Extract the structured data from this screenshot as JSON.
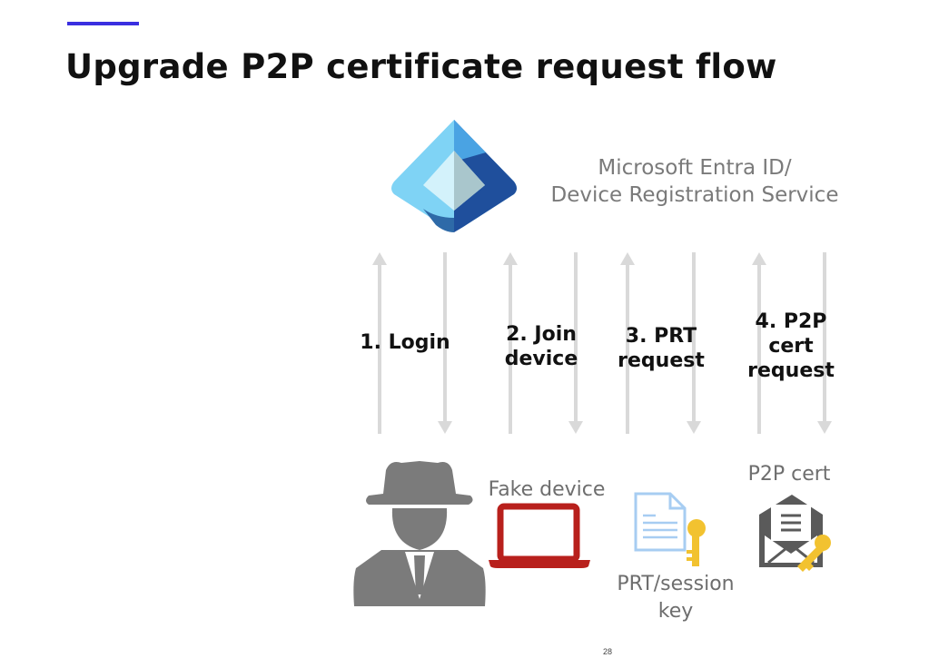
{
  "slide": {
    "title": "Upgrade P2P certificate request flow",
    "service": {
      "line1": "Microsoft Entra ID/",
      "line2": "Device Registration Service"
    },
    "steps": [
      {
        "lines": [
          "1. Login"
        ]
      },
      {
        "lines": [
          "2. Join",
          "device"
        ]
      },
      {
        "lines": [
          "3. PRT",
          "request"
        ]
      },
      {
        "lines": [
          "4. P2P",
          "cert",
          "request"
        ]
      }
    ],
    "captions": {
      "fake_device": "Fake device",
      "prt": "PRT/session",
      "prt2": "key",
      "p2p_cert": "P2P cert"
    },
    "page_number": "28",
    "colors": {
      "accent": "#3a2fe0",
      "arrow": "#d9d9d9",
      "laptop": "#b8201c",
      "key": "#f2c230",
      "hacker": "#7b7b7b"
    }
  }
}
